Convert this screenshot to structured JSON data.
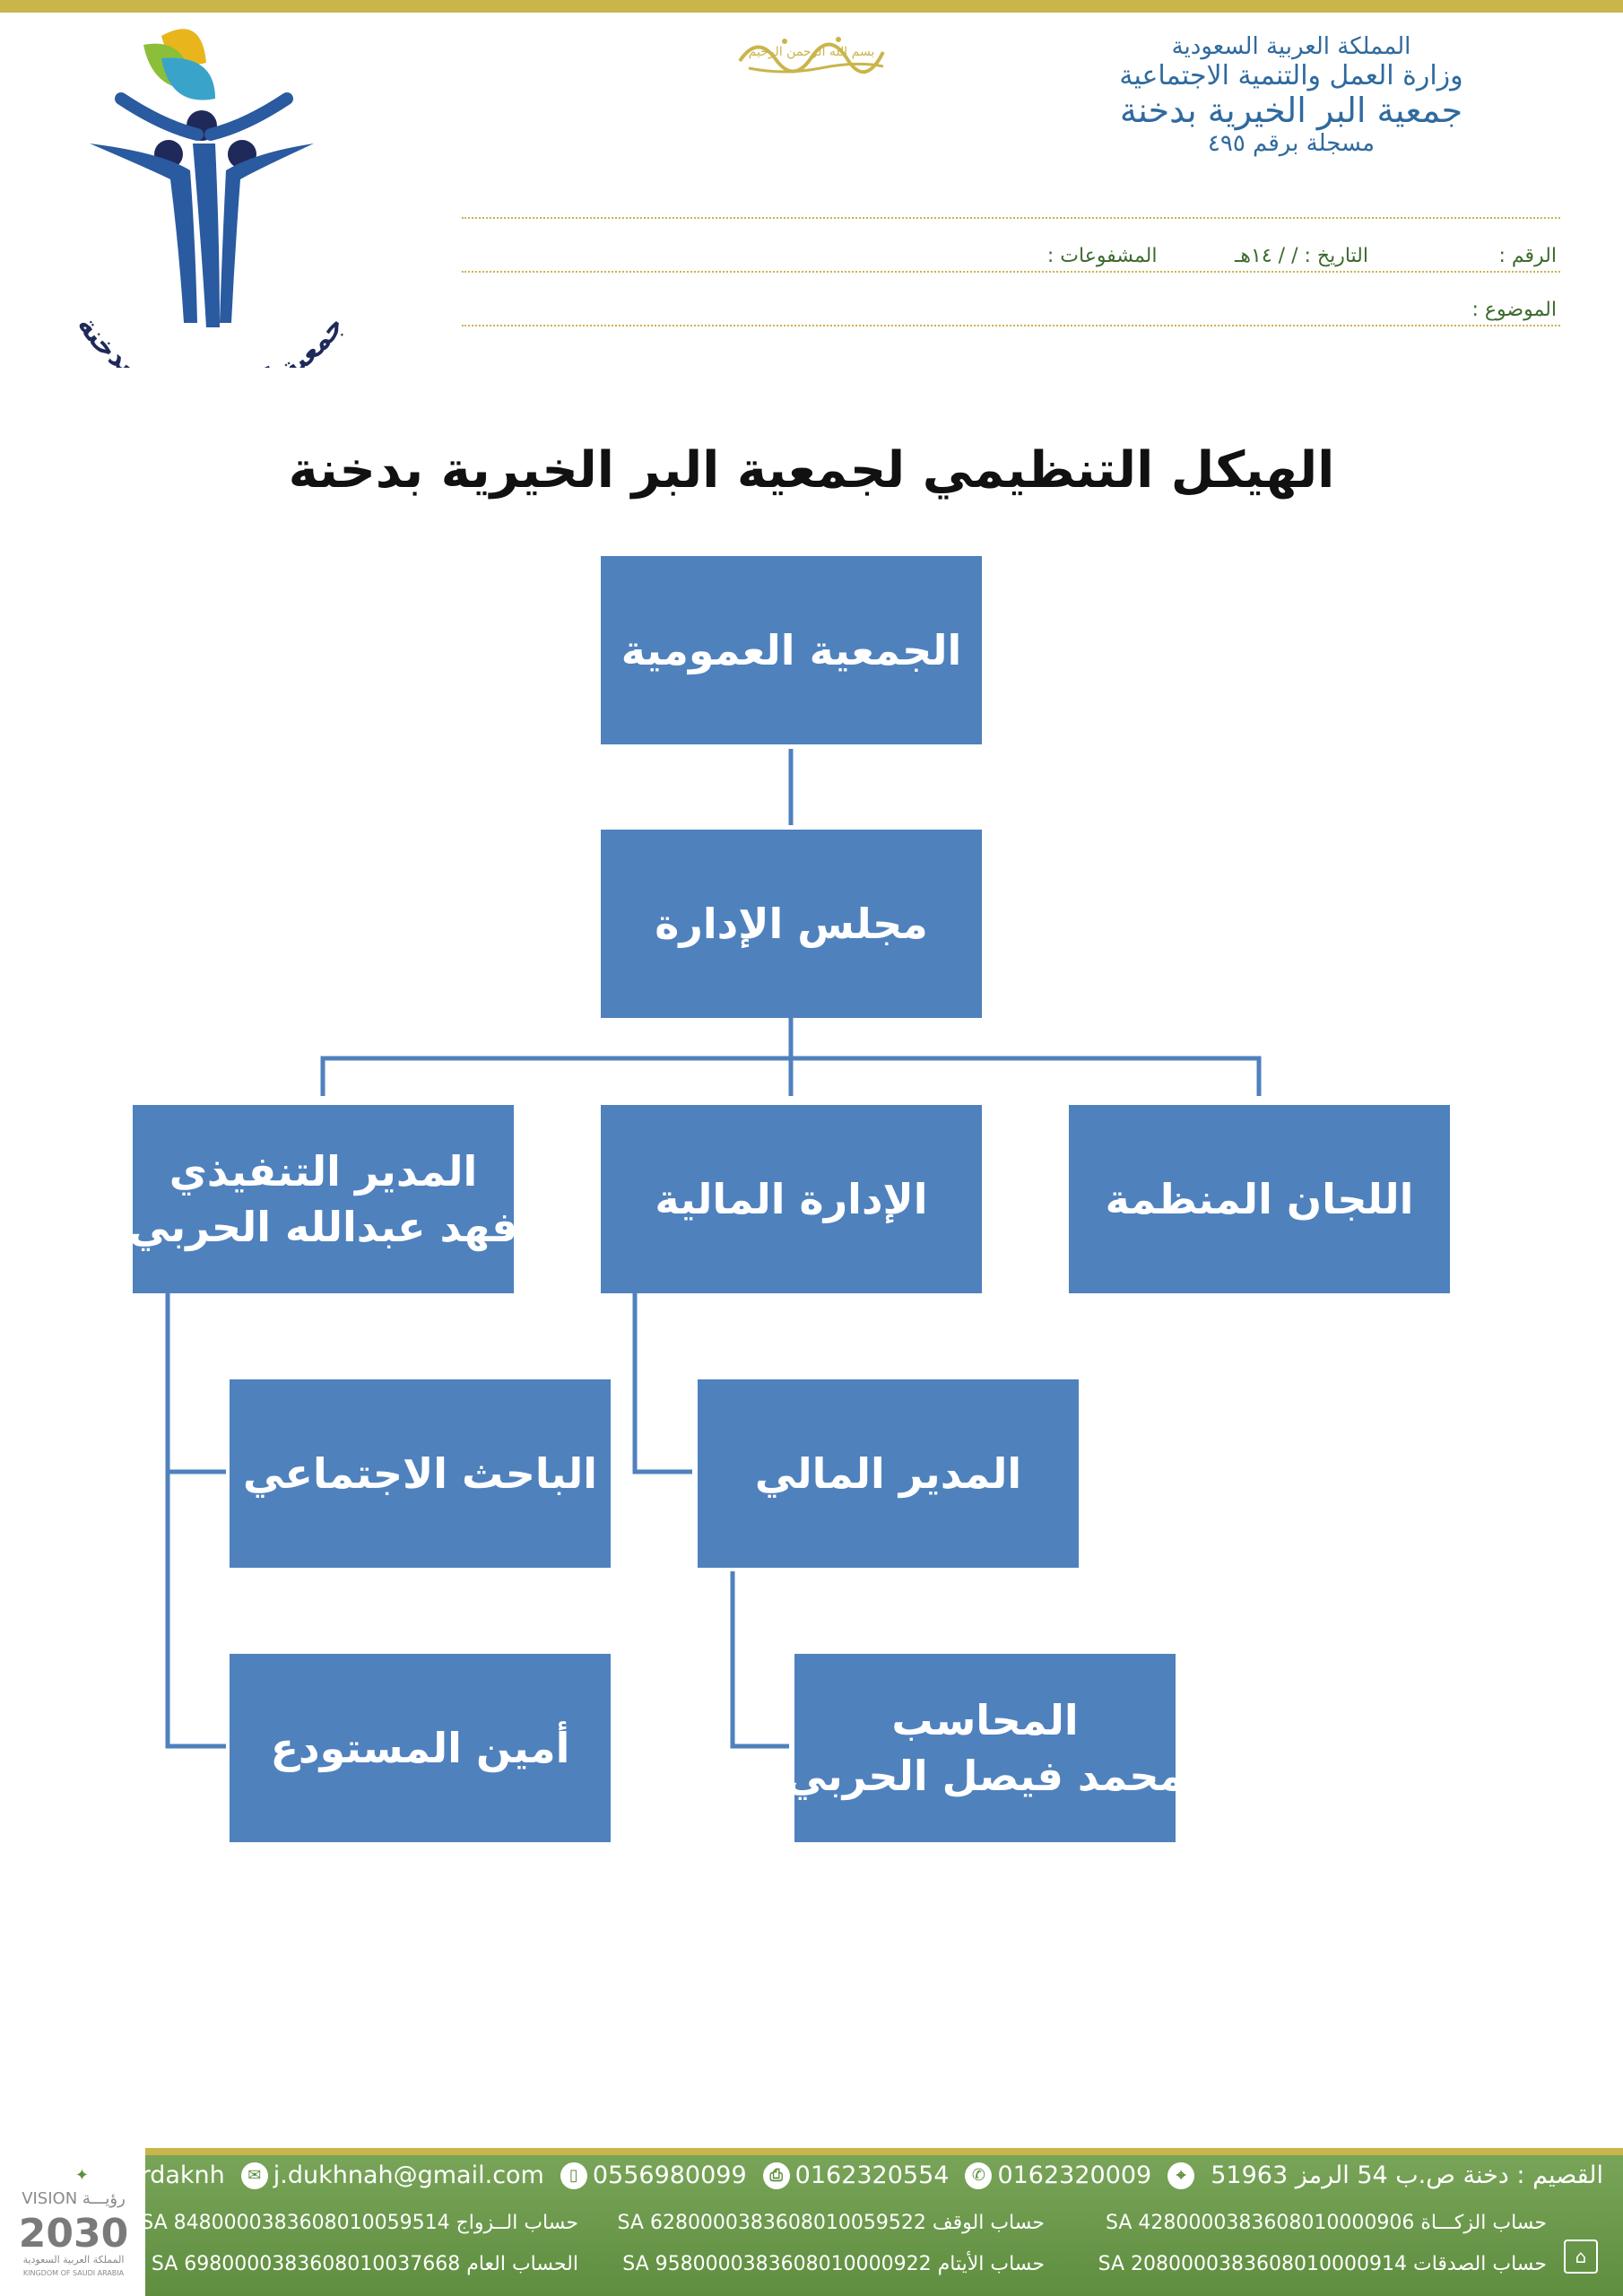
{
  "header": {
    "line1": "المملكة العربية السعودية",
    "line2": "وزارة العمل والتنمية الاجتماعية",
    "line3": "جمعية البر الخيرية بدخنة",
    "line4": "مسجلة برقم ٤٩٥",
    "basmala": "بسم الله الرحمن الرحيم"
  },
  "logo": {
    "arc_text": "جمعية البر الخيرية بدخنة"
  },
  "meta": {
    "number_label": "الرقم :",
    "date_label": "التاريخ :",
    "date_value": "/   /   ١٤هـ",
    "attachments_label": "المشفوعات :",
    "subject_label": "الموضوع :"
  },
  "document": {
    "title": "الهيكل التنظيمي لجمعية البر الخيرية بدخنة"
  },
  "org_chart": {
    "general_assembly": "الجمعية العمومية",
    "board": "مجلس الإدارة",
    "committees": "اللجان المنظمة",
    "finance": "الإدارة المالية",
    "executive_title": "المدير التنفيذي",
    "executive_name": "فهد عبدالله الحربي",
    "finance_manager": "المدير المالي",
    "social_researcher": "الباحث الاجتماعي",
    "accountant_title": "المحاسب",
    "accountant_name": "محمد فيصل الحربي",
    "warehouse": "أمين المستودع"
  },
  "colors": {
    "node": "#4f81bd",
    "connector": "#4f81bd",
    "footer": "#6b9a4a",
    "gold": "#c9b54a"
  },
  "footer": {
    "address": "القصيم : دخنة ص.ب 54  الرمز 51963",
    "phone1": "0162320009",
    "fax": "0162320554",
    "mobile": "0556980099",
    "email": "j.dukhnah@gmail.com",
    "twitter": "@brdaknh",
    "accounts": {
      "zakat": "حساب الزكـــاة SA 4280000383608010000906",
      "waqf": "حساب الوقف SA 6280000383608010059522",
      "marriage": "حساب الــزواج SA 8480000383608010059514",
      "charity": "حساب الصدقات SA 2080000383608010000914",
      "orphans": "حساب الأيتام SA 9580000383608010000922",
      "general": "الحساب العام SA 6980000383608010037668"
    },
    "vision_en": "VISION",
    "vision_ar": "رؤيـــة",
    "vision_year": "2030",
    "vision_kingdom": "المملكة العربية السعودية",
    "vision_kingdom_en": "KINGDOM OF SAUDI ARABIA"
  }
}
